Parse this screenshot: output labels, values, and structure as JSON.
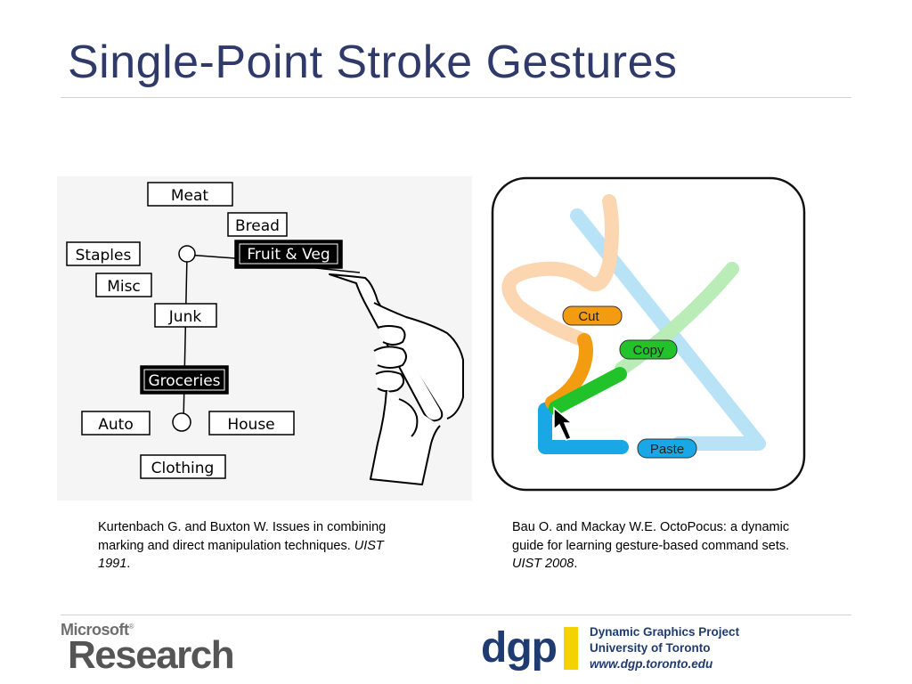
{
  "slide": {
    "title": "Single-Point Stroke Gestures"
  },
  "left_figure": {
    "menu_items": {
      "meat": "Meat",
      "bread": "Bread",
      "staples": "Staples",
      "fruit_veg": "Fruit & Veg",
      "misc": "Misc",
      "junk": "Junk",
      "groceries": "Groceries",
      "auto": "Auto",
      "house": "House",
      "clothing": "Clothing"
    }
  },
  "right_figure": {
    "labels": {
      "cut": "Cut",
      "copy": "Copy",
      "paste": "Paste"
    },
    "colors": {
      "cut": "#f39c12",
      "cut_faded": "#fbd6b0",
      "copy": "#22c32a",
      "copy_faded": "#b9ecb6",
      "paste": "#1aa7e6",
      "paste_faded": "#b8e2f6"
    },
    "icons": [
      "cursor-arrow-icon"
    ]
  },
  "captions": {
    "left": {
      "text": "Kurtenbach G. and Buxton W. Issues in combining marking and direct manipulation techniques. ",
      "venue": "UIST 1991",
      "end": "."
    },
    "right": {
      "text": "Bau O. and Mackay W.E. OctoPocus: a dynamic guide for learning gesture-based command sets. ",
      "venue": "UIST 2008",
      "end": "."
    }
  },
  "footer": {
    "microsoft": "Microsoft",
    "registered": "®",
    "research": "Research",
    "dgp": "dgp",
    "dgp_lines": [
      "Dynamic Graphics Project",
      "University of Toronto",
      "www.dgp.toronto.edu"
    ]
  }
}
